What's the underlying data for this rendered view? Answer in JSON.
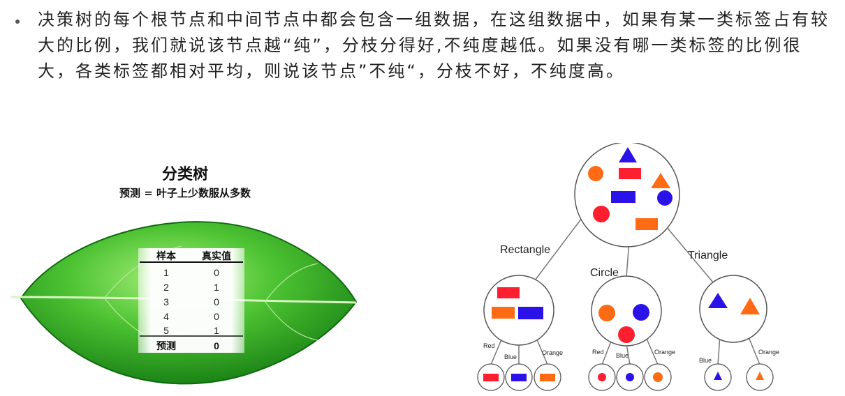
{
  "bullet": {
    "text": "决策树的每个根节点和中间节点中都会包含一组数据，在这组数据中，如果有某一类标签占有较大的比例，我们就说该节点越“纯”，分枝分得好,不纯度越低。如果没有哪一类标签的比例很大，各类标签都相对平均，则说该节点”不纯“，分枝不好，不纯度高。"
  },
  "leaf_figure": {
    "title": "分类树",
    "subtitle": "预测 = 叶子上少数服从多数",
    "table": {
      "headers": [
        "样本",
        "真实值"
      ],
      "rows": [
        [
          "1",
          "0"
        ],
        [
          "2",
          "1"
        ],
        [
          "3",
          "0"
        ],
        [
          "4",
          "0"
        ],
        [
          "5",
          "1"
        ]
      ],
      "footer": [
        "预测",
        "0"
      ]
    },
    "colors": {
      "leaf_light": "#8ee05a",
      "leaf_dark": "#1f8a16",
      "leaf_mid": "#3fb52a"
    }
  },
  "tree_figure": {
    "branch_labels": {
      "rectangle": "Rectangle",
      "circle": "Circle",
      "triangle": "Triangle"
    },
    "color_labels": {
      "red": "Red",
      "blue": "Blue",
      "orange": "Orange"
    },
    "colors": {
      "red": "#ff1f2f",
      "blue": "#2a12e8",
      "orange": "#ff6a14",
      "line": "#777777",
      "node_border": "#5a5a5a"
    }
  }
}
